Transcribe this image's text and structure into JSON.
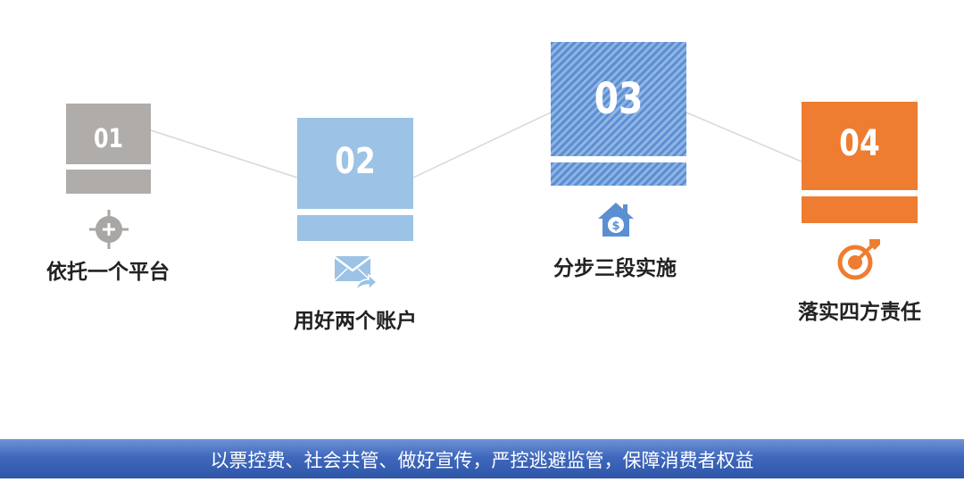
{
  "steps": [
    {
      "number": "01",
      "label": "依托一个平台",
      "color": "#b0acaa",
      "icon": "crosshair-plus-icon"
    },
    {
      "number": "02",
      "label": "用好两个账户",
      "color": "#9cc2e6",
      "icon": "mail-forward-icon"
    },
    {
      "number": "03",
      "label": "分步三段实施",
      "color": "#5b8fd2",
      "icon": "house-dollar-icon"
    },
    {
      "number": "04",
      "label": "落实四方责任",
      "color": "#ee7d31",
      "icon": "target-arrow-icon"
    }
  ],
  "footer": {
    "text": "以票控费、社会共管、做好宣传，严控逃避监管，保障消费者权益"
  }
}
